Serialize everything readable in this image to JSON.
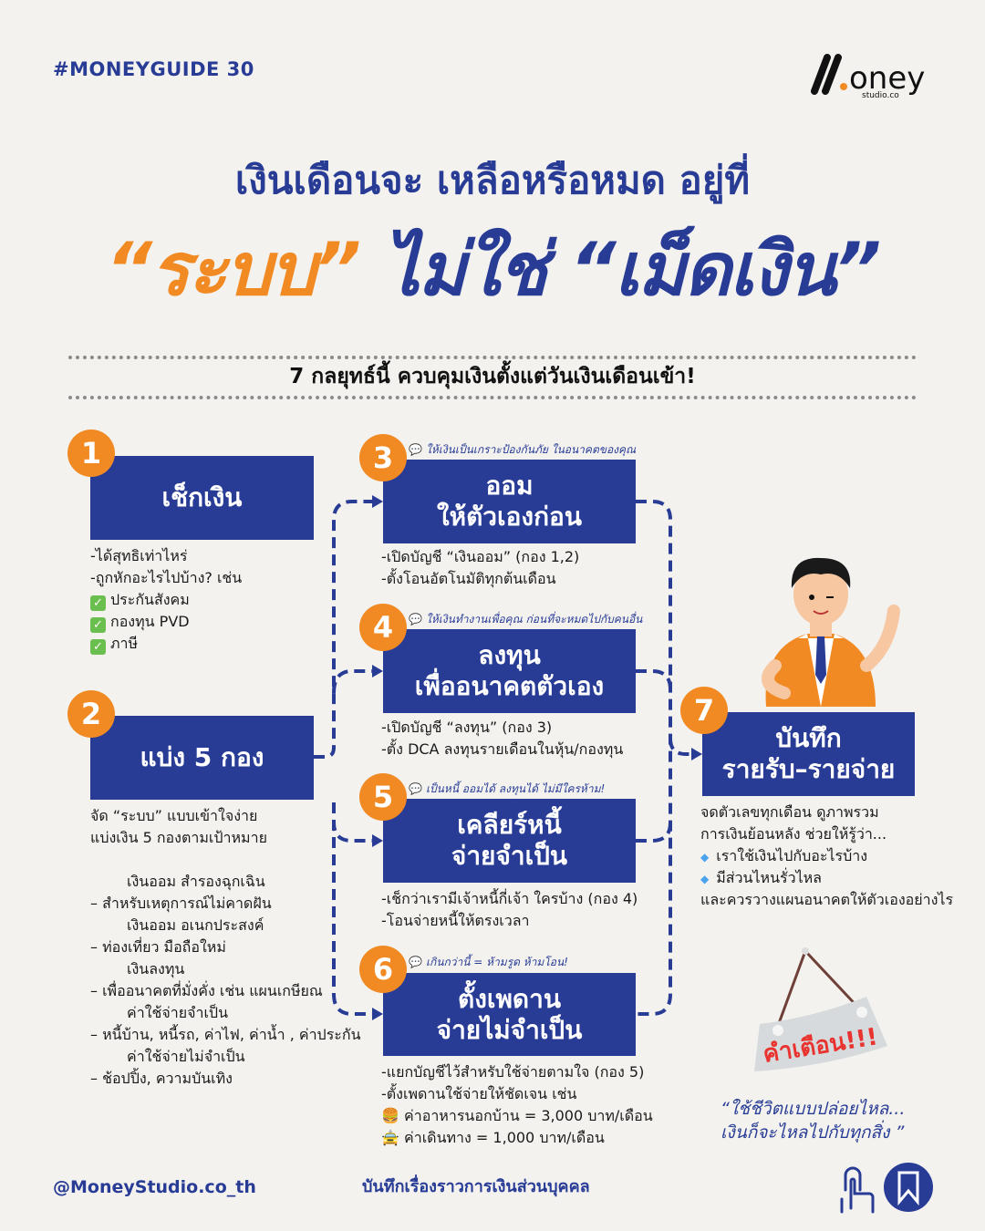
{
  "header": {
    "tag": "#MONEYGUIDE  30",
    "logo_text": "money",
    "logo_sub": "studio.co"
  },
  "title": {
    "line1": "เงินเดือนจะ เหลือหรือหมด อยู่ที่",
    "line2_orange": "“ระบบ”",
    "line2_blue": "ไม่ใช่ “เม็ดเงิน”",
    "subtitle": "7 กลยุทธ์นี้ ควบคุมเงินตั้งแต่วันเงินเดือนเข้า!"
  },
  "steps": [
    {
      "num": "1",
      "title": "เช็กเงิน",
      "notes": [
        "-ได้สุทธิเท่าไหร่",
        "-ถูกหักอะไรไปบ้าง? เช่น"
      ],
      "checks": [
        "ประกันสังคม",
        "กองทุน PVD",
        "ภาษี"
      ]
    },
    {
      "num": "2",
      "title": "แบ่ง 5 กอง",
      "intro": [
        "จัด “ระบบ” แบบเข้าใจง่าย",
        "แบ่งเงิน 5 กองตามเป้าหมาย"
      ],
      "funds": [
        {
          "name": "เงินออม สำรองฉุกเฉิน",
          "desc": "– สำหรับเหตุการณ์ไม่คาดฝัน"
        },
        {
          "name": "เงินออม อเนกประสงค์",
          "desc": "– ท่องเที่ยว มือถือใหม่"
        },
        {
          "name": "เงินลงทุน",
          "desc": "– เพื่ออนาคตที่มั่งคั่ง เช่น แผนเกษียณ"
        },
        {
          "name": "ค่าใช้จ่ายจำเป็น",
          "desc": "– หนี้บ้าน, หนี้รถ, ค่าไฟ, ค่าน้ำ , ค่าประกัน"
        },
        {
          "name": "ค่าใช้จ่ายไม่จำเป็น",
          "desc": "– ช้อปปิ้ง, ความบันเทิง"
        }
      ]
    },
    {
      "num": "3",
      "caption": "ให้เงินเป็นเกราะป้องกันภัย ในอนาคตของคุณ",
      "title1": "ออม",
      "title2": "ให้ตัวเองก่อน",
      "notes": [
        "-เปิดบัญชี “เงินออม” (กอง 1,2)",
        "-ตั้งโอนอัตโนมัติทุกต้นเดือน"
      ]
    },
    {
      "num": "4",
      "caption": "ให้เงินทำงานเพื่อคุณ ก่อนที่จะหมดไปกับคนอื่น",
      "title1": "ลงทุน",
      "title2": "เพื่ออนาคตตัวเอง",
      "notes": [
        "-เปิดบัญชี “ลงทุน” (กอง 3)",
        "-ตั้ง DCA ลงทุนรายเดือนในหุ้น/กองทุน"
      ]
    },
    {
      "num": "5",
      "caption": "เป็นหนี้ ออมได้ ลงทุนได้ ไม่มีใครห้าม!",
      "title1": "เคลียร์หนี้",
      "title2": "จ่ายจำเป็น",
      "notes": [
        "-เช็กว่าเรามีเจ้าหนี้กี่เจ้า ใครบ้าง (กอง 4)",
        "-โอนจ่ายหนี้ให้ตรงเวลา"
      ]
    },
    {
      "num": "6",
      "caption": "เกินกว่านี้ = ห้ามรูด ห้ามโอน!",
      "title1": "ตั้งเพดาน",
      "title2": "จ่ายไม่จำเป็น",
      "notes": [
        "-แยกบัญชีไว้สำหรับใช้จ่ายตามใจ (กอง 5)",
        "-ตั้งเพดานใช้จ่ายให้ชัดเจน เช่น"
      ],
      "limits": [
        {
          "icon": "🍔",
          "text": "ค่าอาหารนอกบ้าน = 3,000 บาท/เดือน"
        },
        {
          "icon": "🚖",
          "text": "ค่าเดินทาง = 1,000 บาท/เดือน"
        }
      ]
    },
    {
      "num": "7",
      "title1": "บันทึก",
      "title2": "รายรับ–รายจ่าย",
      "notes": [
        "จดตัวเลขทุกเดือน ดูภาพรวม",
        "การเงินย้อนหลัง ช่วยให้รู้ว่า..."
      ],
      "bullets": [
        "เราใช้เงินไปกับอะไรบ้าง",
        "มีส่วนไหนรั่วไหล"
      ],
      "outro": "และควรวางแผนอนาคตให้ตัวเองอย่างไร"
    }
  ],
  "warning": {
    "sign": "คำเตือน!!!",
    "quote1": "“ใช้ชีวิตแบบปล่อยไหล...",
    "quote2": "เงินก็จะไหลไปกับทุกสิ่ง ”"
  },
  "footer": {
    "handle": "@MoneyStudio.co_th",
    "tagline": "บันทึกเรื่องราวการเงินส่วนบุคคล"
  },
  "colors": {
    "blue": "#283c96",
    "orange": "#f28a23",
    "warning_red": "#e8332f"
  }
}
